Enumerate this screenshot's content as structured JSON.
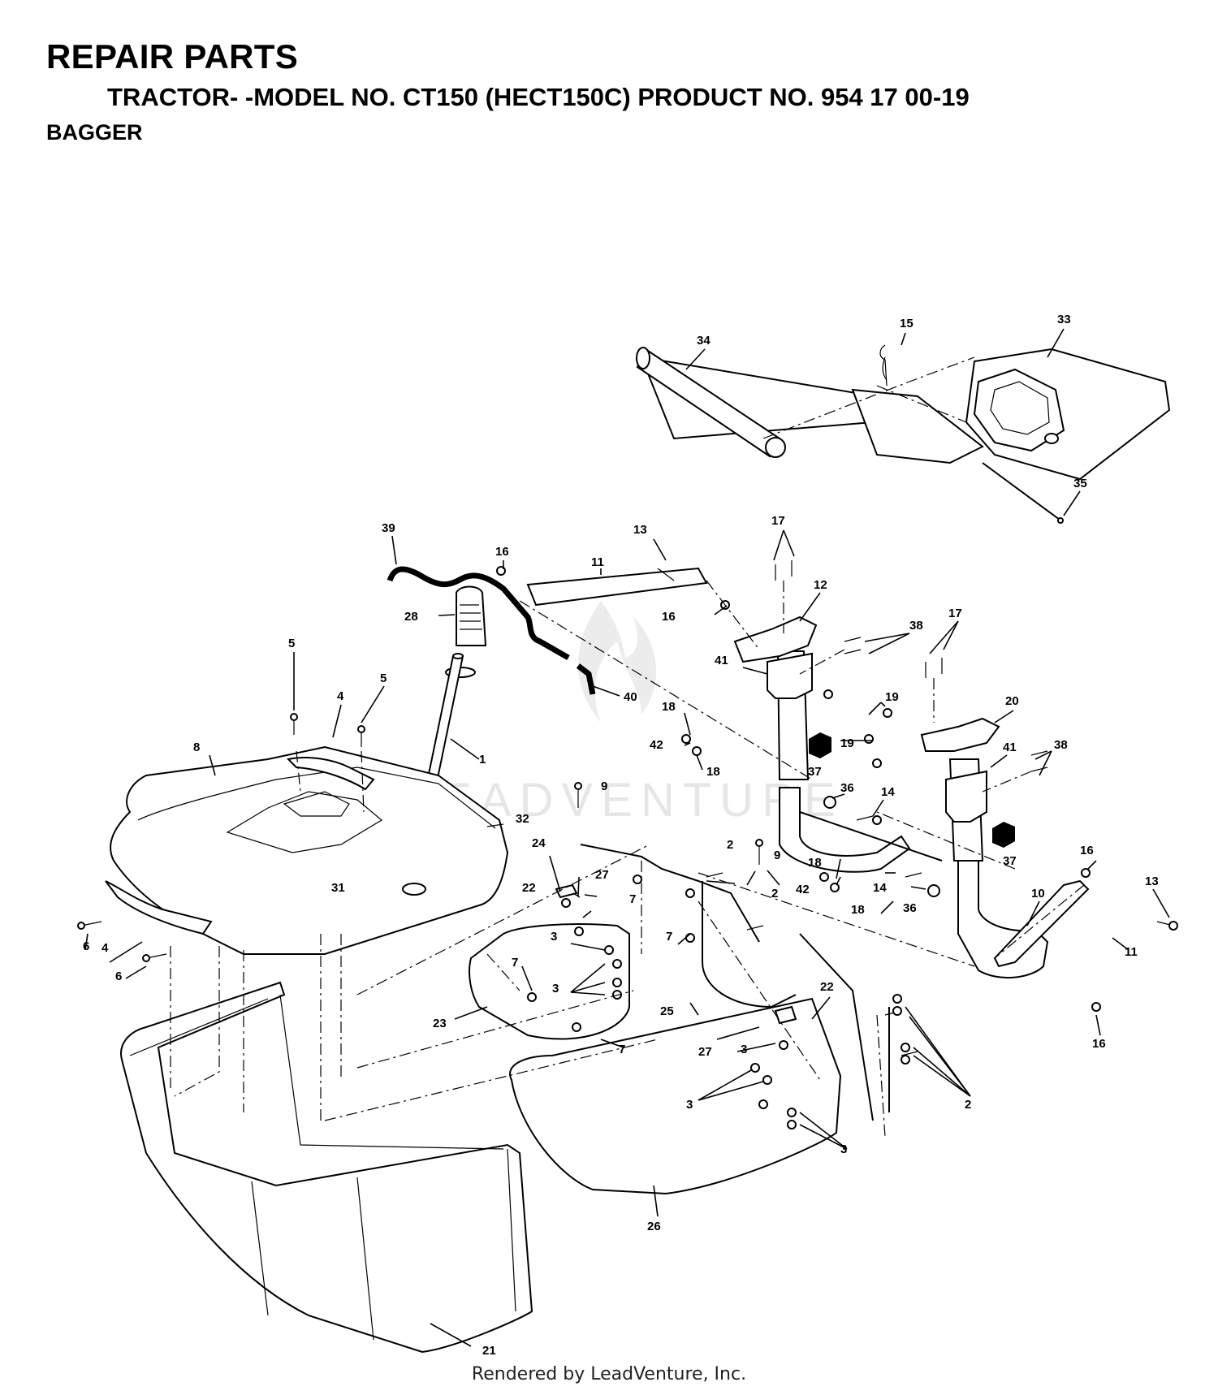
{
  "header": {
    "title": "REPAIR PARTS",
    "subtitle": "TRACTOR- -MODEL NO. CT150 (HECT150C) PRODUCT NO. 954 17 00-19",
    "section": "BAGGER"
  },
  "watermark": "LEADVENTURE",
  "footer": {
    "credit": "Rendered by LeadVenture, Inc."
  },
  "callouts": [
    {
      "id": "c1",
      "label": "1"
    },
    {
      "id": "c2a",
      "label": "2"
    },
    {
      "id": "c2b",
      "label": "2"
    },
    {
      "id": "c2c",
      "label": "2"
    },
    {
      "id": "c3a",
      "label": "3"
    },
    {
      "id": "c3b",
      "label": "3"
    },
    {
      "id": "c3c",
      "label": "3"
    },
    {
      "id": "c3d",
      "label": "3"
    },
    {
      "id": "c3e",
      "label": "3"
    },
    {
      "id": "c4a",
      "label": "4"
    },
    {
      "id": "c4b",
      "label": "4"
    },
    {
      "id": "c5a",
      "label": "5"
    },
    {
      "id": "c5b",
      "label": "5"
    },
    {
      "id": "c6a",
      "label": "6"
    },
    {
      "id": "c6b",
      "label": "6"
    },
    {
      "id": "c7a",
      "label": "7"
    },
    {
      "id": "c7b",
      "label": "7"
    },
    {
      "id": "c7c",
      "label": "7"
    },
    {
      "id": "c7d",
      "label": "7"
    },
    {
      "id": "c8",
      "label": "8"
    },
    {
      "id": "c9a",
      "label": "9"
    },
    {
      "id": "c9b",
      "label": "9"
    },
    {
      "id": "c10",
      "label": "10"
    },
    {
      "id": "c11a",
      "label": "11"
    },
    {
      "id": "c11b",
      "label": "11"
    },
    {
      "id": "c12",
      "label": "12"
    },
    {
      "id": "c13a",
      "label": "13"
    },
    {
      "id": "c13b",
      "label": "13"
    },
    {
      "id": "c14a",
      "label": "14"
    },
    {
      "id": "c14b",
      "label": "14"
    },
    {
      "id": "c15",
      "label": "15"
    },
    {
      "id": "c16a",
      "label": "16"
    },
    {
      "id": "c16b",
      "label": "16"
    },
    {
      "id": "c16c",
      "label": "16"
    },
    {
      "id": "c16d",
      "label": "16"
    },
    {
      "id": "c17a",
      "label": "17"
    },
    {
      "id": "c17b",
      "label": "17"
    },
    {
      "id": "c18a",
      "label": "18"
    },
    {
      "id": "c18b",
      "label": "18"
    },
    {
      "id": "c18c",
      "label": "18"
    },
    {
      "id": "c18d",
      "label": "18"
    },
    {
      "id": "c19a",
      "label": "19"
    },
    {
      "id": "c19b",
      "label": "19"
    },
    {
      "id": "c20",
      "label": "20"
    },
    {
      "id": "c21",
      "label": "21"
    },
    {
      "id": "c22a",
      "label": "22"
    },
    {
      "id": "c22b",
      "label": "22"
    },
    {
      "id": "c23",
      "label": "23"
    },
    {
      "id": "c24",
      "label": "24"
    },
    {
      "id": "c25",
      "label": "25"
    },
    {
      "id": "c26",
      "label": "26"
    },
    {
      "id": "c27a",
      "label": "27"
    },
    {
      "id": "c27b",
      "label": "27"
    },
    {
      "id": "c28",
      "label": "28"
    },
    {
      "id": "c31",
      "label": "31"
    },
    {
      "id": "c32",
      "label": "32"
    },
    {
      "id": "c33",
      "label": "33"
    },
    {
      "id": "c34",
      "label": "34"
    },
    {
      "id": "c35",
      "label": "35"
    },
    {
      "id": "c36a",
      "label": "36"
    },
    {
      "id": "c36b",
      "label": "36"
    },
    {
      "id": "c37a",
      "label": "37"
    },
    {
      "id": "c37b",
      "label": "37"
    },
    {
      "id": "c38a",
      "label": "38"
    },
    {
      "id": "c38b",
      "label": "38"
    },
    {
      "id": "c39",
      "label": "39"
    },
    {
      "id": "c40",
      "label": "40"
    },
    {
      "id": "c41a",
      "label": "41"
    },
    {
      "id": "c41b",
      "label": "41"
    },
    {
      "id": "c42a",
      "label": "42"
    },
    {
      "id": "c42b",
      "label": "42"
    }
  ]
}
